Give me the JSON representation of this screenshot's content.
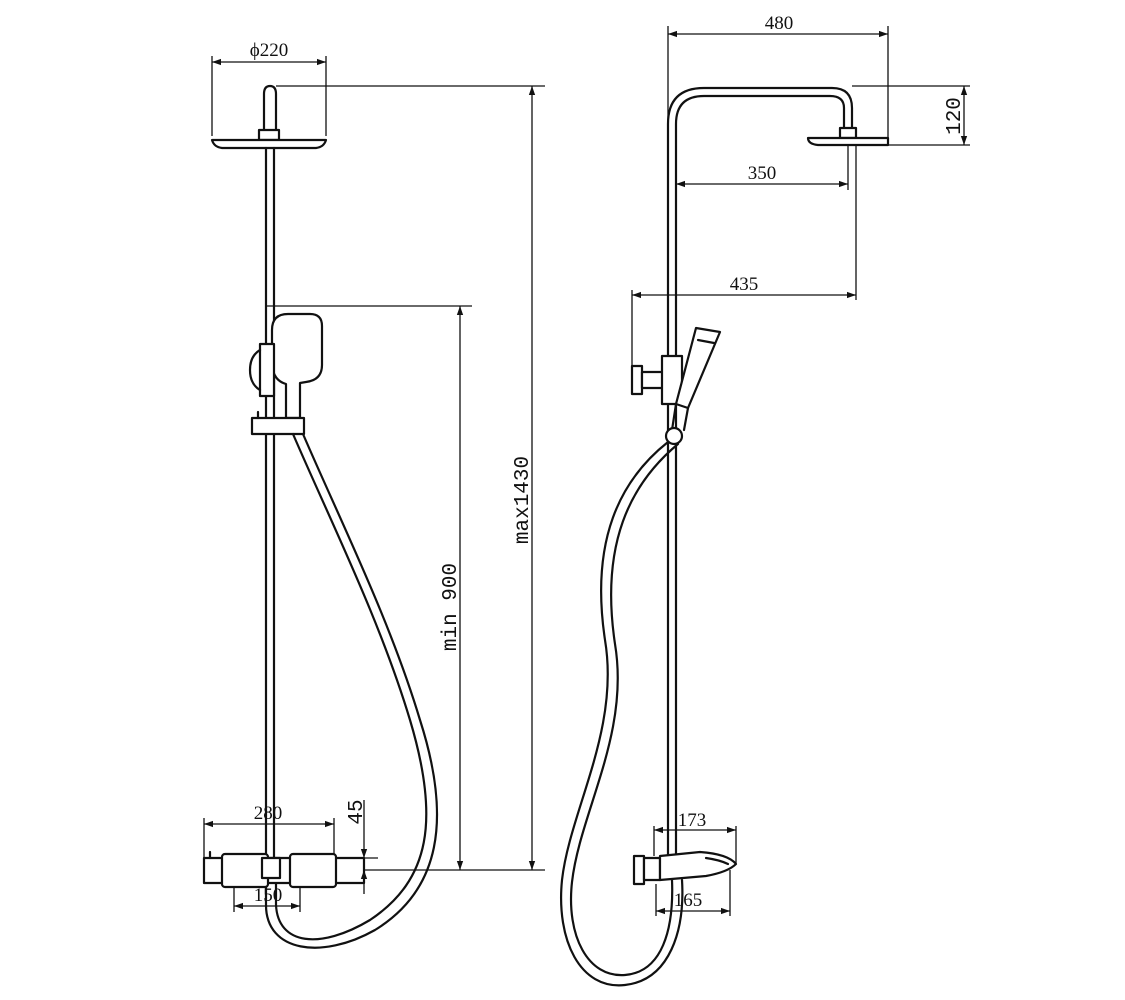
{
  "front_view": {
    "head_diameter": "ϕ220",
    "max_height": "max1430",
    "min_height": "min 900",
    "mixer_width": "280",
    "mixer_height": "45",
    "inlet_spacing": "150"
  },
  "side_view": {
    "total_reach": "480",
    "head_height": "120",
    "head_offset": "350",
    "wall_to_head": "435",
    "spout_reach_top": "173",
    "spout_reach_bottom": "165"
  }
}
